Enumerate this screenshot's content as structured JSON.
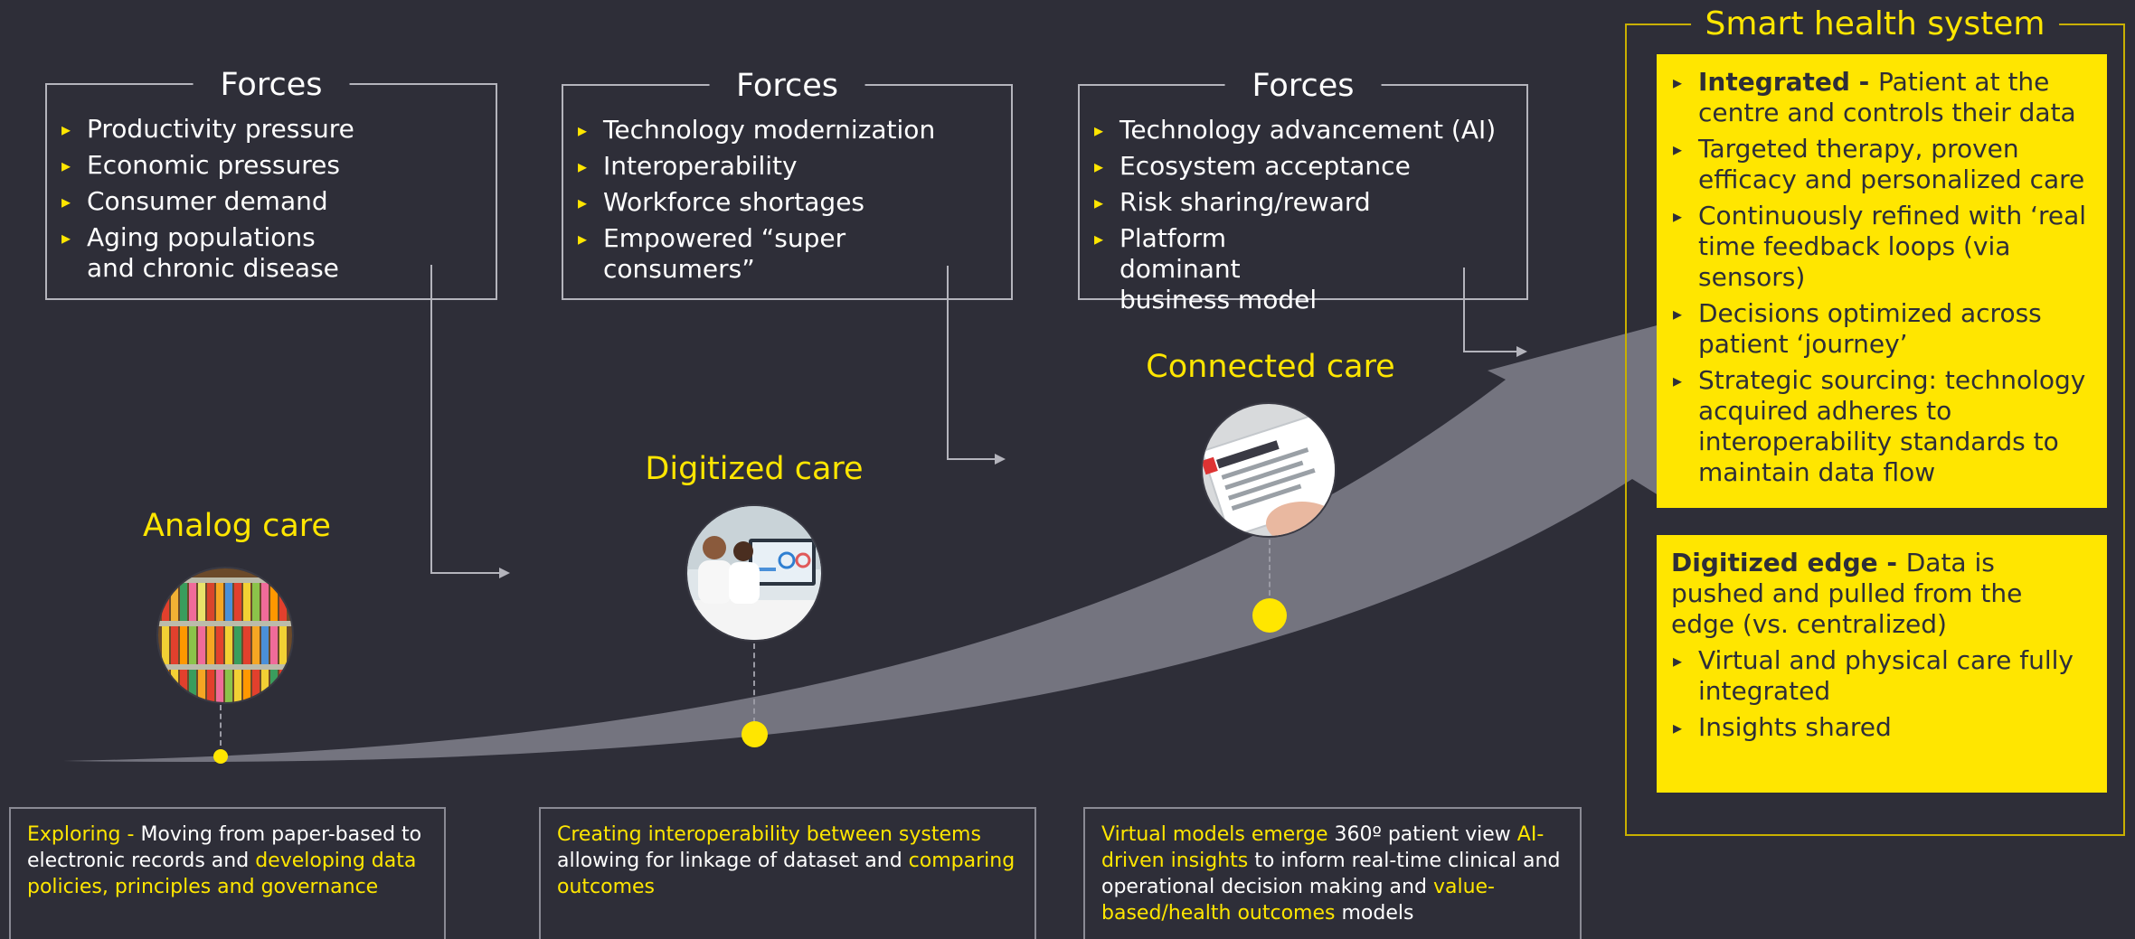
{
  "forces": [
    {
      "title": "Forces",
      "items": [
        "Productivity pressure",
        "Economic pressures",
        "Consumer demand",
        "Aging populations and chronic disease"
      ]
    },
    {
      "title": "Forces",
      "items": [
        "Technology modernization",
        "Interoperability",
        "Workforce shortages",
        "Empowered “super consumers”"
      ]
    },
    {
      "title": "Forces",
      "items": [
        "Technology advancement (AI)",
        "Ecosystem acceptance",
        "Risk sharing/reward",
        "Platform dominant business model"
      ]
    }
  ],
  "stages": [
    {
      "label": "Analog care",
      "photo": "medical-records-shelves-photo"
    },
    {
      "label": "Digitized care",
      "photo": "doctors-at-monitor-photo"
    },
    {
      "label": "Connected care",
      "photo": "tablet-medical-record-photo"
    }
  ],
  "descriptions": {
    "analog": {
      "lead": "Exploring - ",
      "text1": "Moving from paper-based to electronic records and ",
      "highlight": "developing data policies, principles and governance"
    },
    "digitized": {
      "lead": "Creating interoperability between systems",
      "text1": " allowing for linkage of dataset and ",
      "highlight": "comparing outcomes"
    },
    "connected": {
      "lead": "Virtual models emerge",
      "text1": " 360º  patient view ",
      "highlight1": "AI-driven insights",
      "text2": " to inform real-time clinical and operational decision making and ",
      "highlight2": "value-based/health outcomes",
      "text3": " models"
    }
  },
  "smart_health": {
    "title": "Smart health system",
    "panel1": [
      {
        "bold": "Integrated - ",
        "text": "Patient at the centre and controls their data"
      },
      {
        "bold": "",
        "text": "Targeted therapy, proven efficacy and personalized care"
      },
      {
        "bold": "",
        "text": "Continuously refined with ‘real time feedback loops (via sensors)"
      },
      {
        "bold": "",
        "text": "Decisions optimized across patient ‘journey’"
      },
      {
        "bold": "",
        "text": "Strategic sourcing: technology acquired adheres to interoperability standards to maintain data flow"
      }
    ],
    "panel2": {
      "bold": "Digitized edge - ",
      "text": "Data is pushed and pulled from the edge (vs. centralized)",
      "items": [
        "Virtual and physical care fully integrated",
        "Insights shared"
      ]
    }
  },
  "colors": {
    "background": "#2e2e38",
    "accent": "#ffe600",
    "curve": "#74747f",
    "border": "#b4b4bc"
  }
}
